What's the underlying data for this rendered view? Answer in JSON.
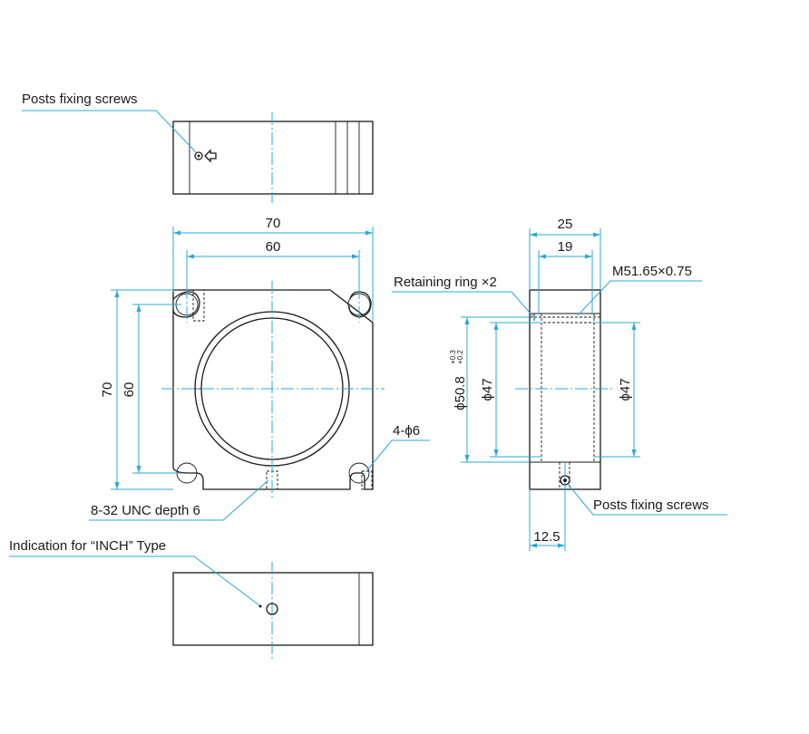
{
  "labels": {
    "posts_fixing_screws_top": "Posts fixing screws",
    "posts_fixing_screws_side": "Posts fixing screws",
    "retaining_ring": "Retaining ring ×2",
    "thread": "M51.65×0.75",
    "holes": "4-ϕ6",
    "tapped_hole": "8-32 UNC depth 6",
    "inch_indication": "Indication for “INCH” Type"
  },
  "dimensions": {
    "front_width_outer": "70",
    "front_width_inner": "60",
    "front_height_outer": "70",
    "front_height_inner": "60",
    "side_depth_outer": "25",
    "side_depth_inner": "19",
    "side_bore": "ϕ50.8",
    "side_bore_tol_upper": "+0.3",
    "side_bore_tol_lower": "+0.2",
    "side_bore_left": "ϕ47",
    "side_bore_right": "ϕ47",
    "side_post_offset": "12.5"
  },
  "colors": {
    "outline": "#1a1a1a",
    "dimension": "#2aa8d8"
  }
}
